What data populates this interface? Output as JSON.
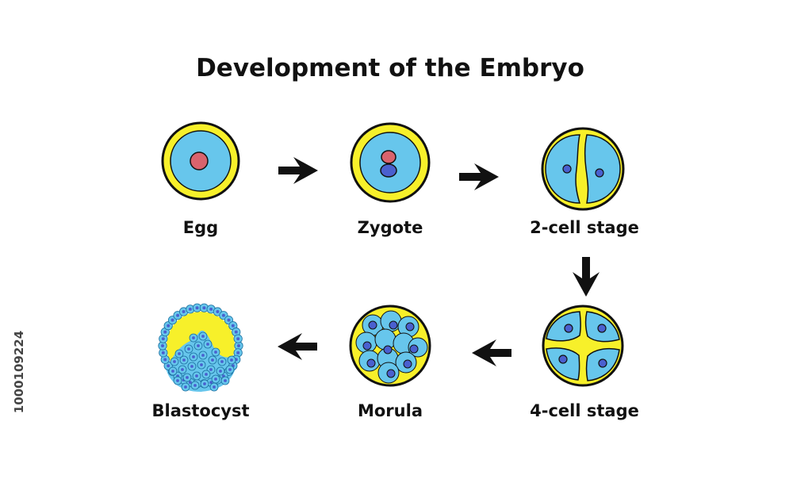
{
  "title": "Development of the Embryo",
  "stages": [
    {
      "id": "egg",
      "label": "Egg"
    },
    {
      "id": "zygote",
      "label": "Zygote"
    },
    {
      "id": "two-cell",
      "label": "2-cell stage"
    },
    {
      "id": "four-cell",
      "label": "4-cell stage"
    },
    {
      "id": "morula",
      "label": "Morula"
    },
    {
      "id": "blastocyst",
      "label": "Blastocyst"
    }
  ],
  "side_id": "1000109224",
  "colors": {
    "zona": "#f7f02a",
    "cell": "#67c6ec",
    "nucleus_red": "#d9636d",
    "nucleus_blue": "#4a60cf",
    "outline": "#111111",
    "arrow": "#111111"
  }
}
